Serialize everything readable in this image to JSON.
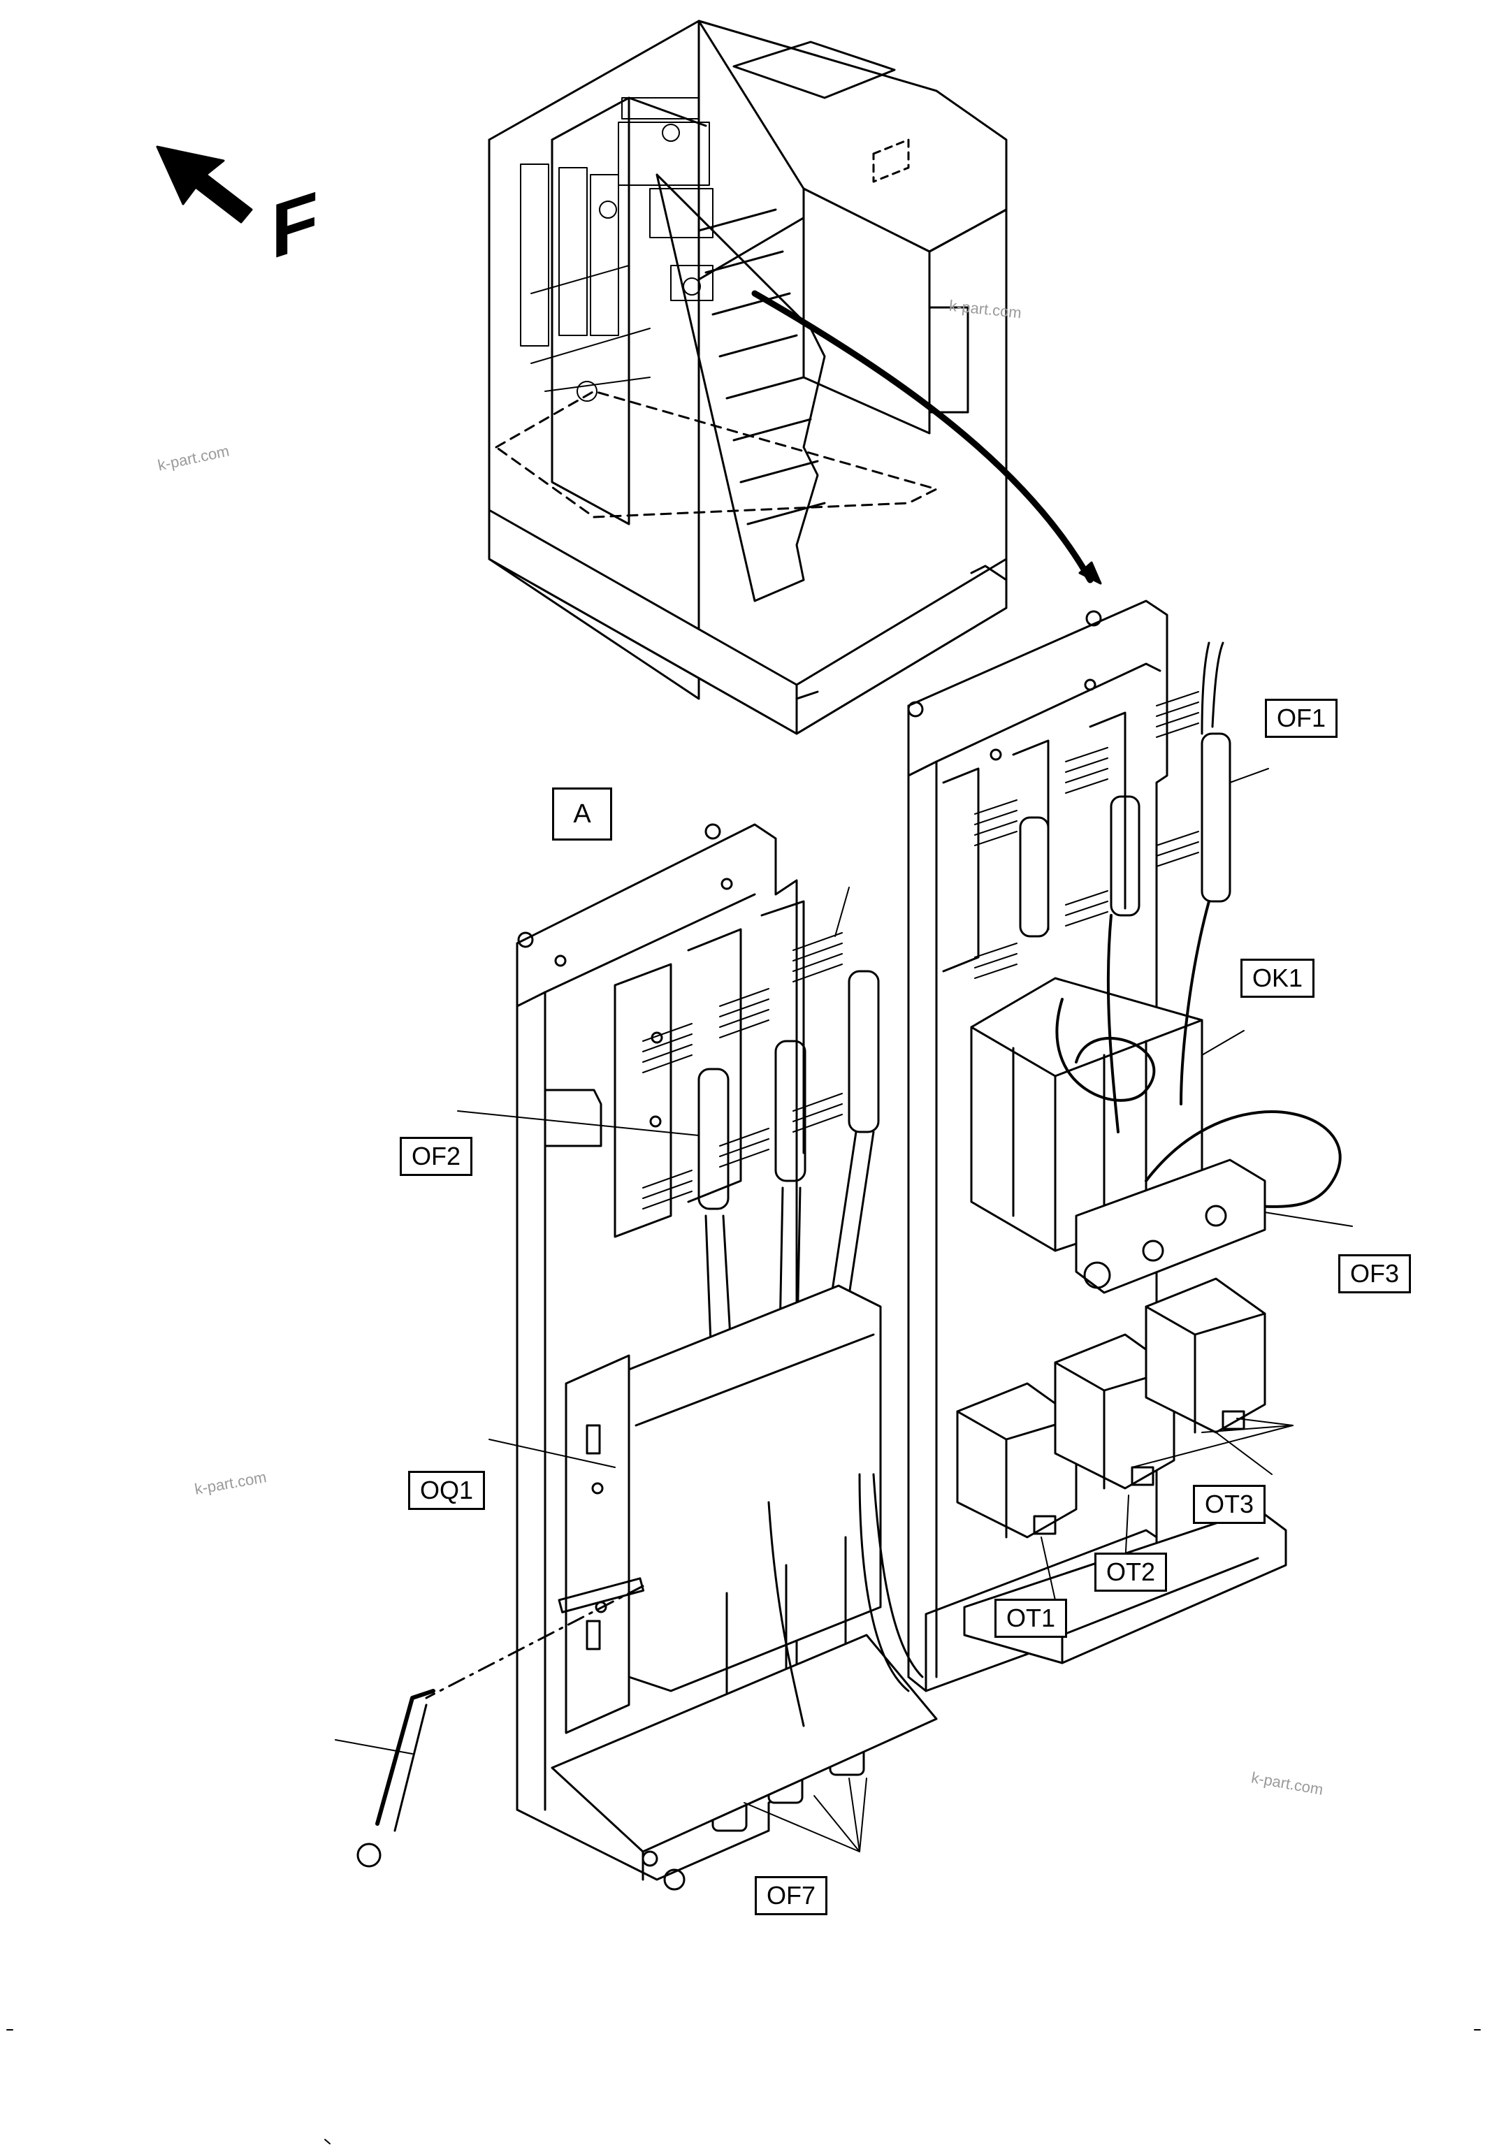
{
  "direction_marker": {
    "letter": "F"
  },
  "view_marker": "A",
  "labels": {
    "of1": "OF1",
    "ok1": "OK1",
    "of2": "OF2",
    "of3": "OF3",
    "oq1": "OQ1",
    "ot1": "OT1",
    "ot2": "OT2",
    "ot3": "OT3",
    "of7": "OF7"
  },
  "watermarks": [
    "k-part.com",
    "k-part.com",
    "k-part.com",
    "k-part.com"
  ]
}
